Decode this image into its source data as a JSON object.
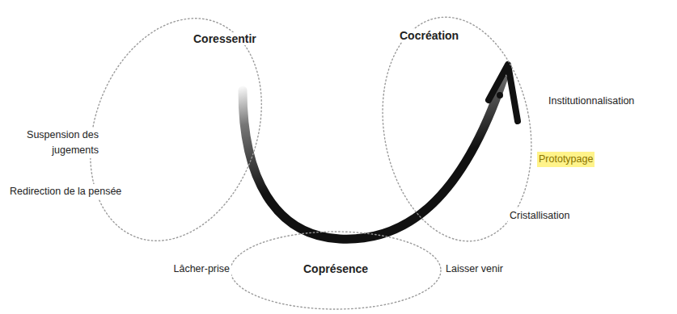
{
  "diagram": {
    "nodes": [
      {
        "text": [
          "Coressentir"
        ]
      },
      {
        "text": [
          "Cocréation"
        ]
      },
      {
        "text": [
          "Coprésence"
        ]
      }
    ],
    "labels": [
      "Suspension des jugements",
      "Redirection de la pensée",
      "Lâcher-prise",
      "Laisser venir",
      "Cristallisation",
      "Prototypage",
      "Institutionnalisation"
    ]
  }
}
